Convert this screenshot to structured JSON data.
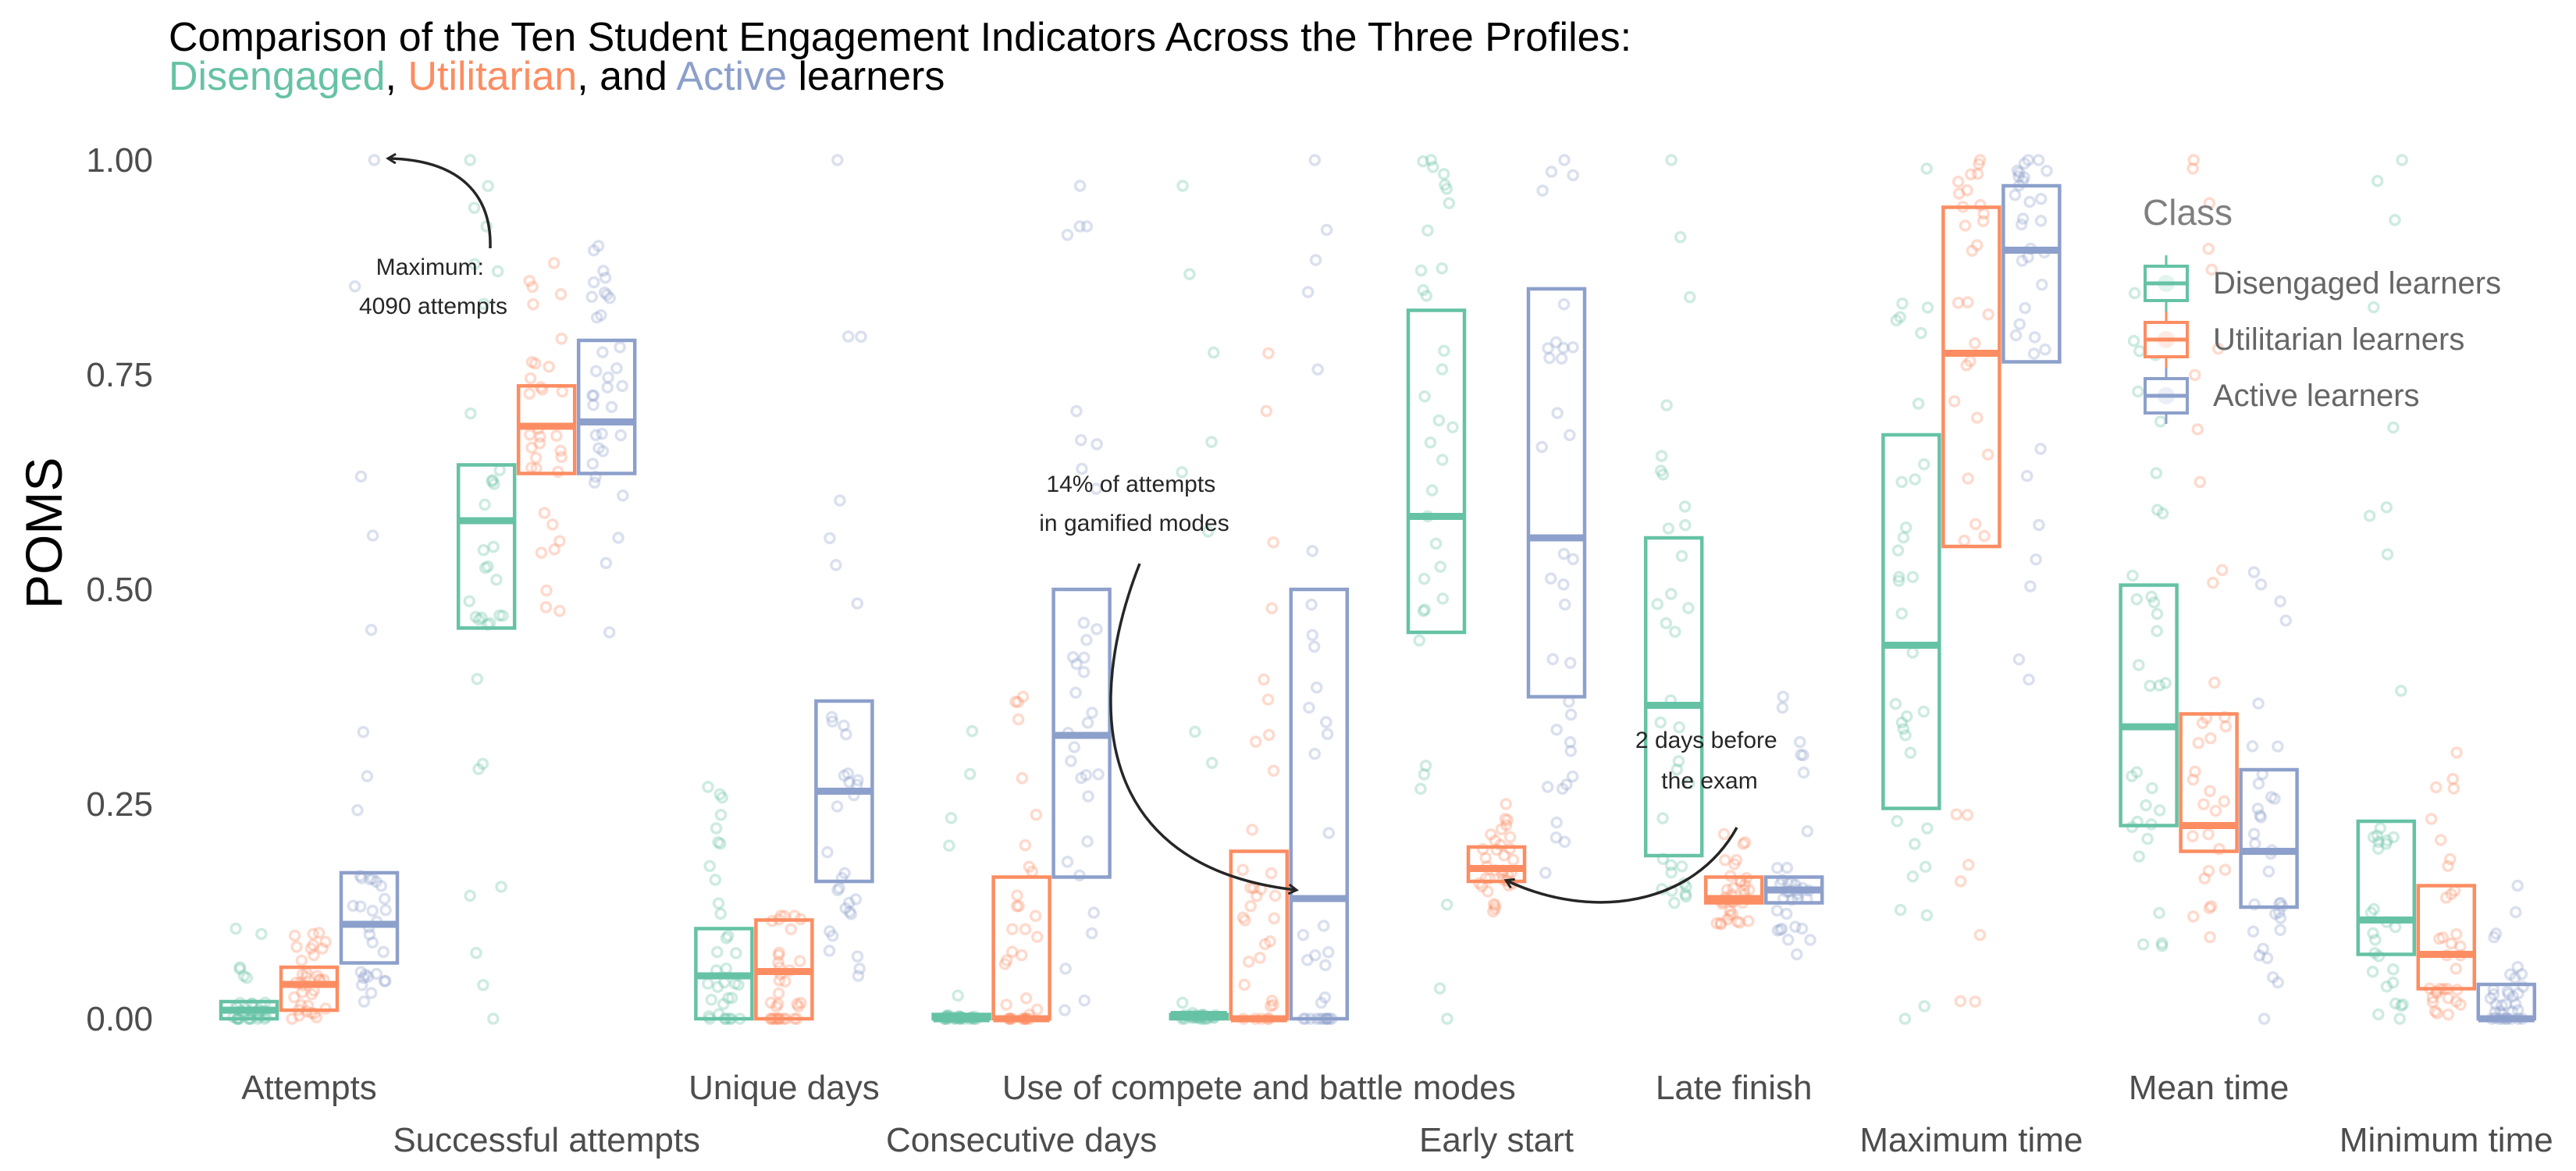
{
  "title": {
    "line1": "Comparison of the Ten Student Engagement Indicators Across the Three Profiles:",
    "line2_parts": [
      {
        "text": "Disengaged",
        "color": "#66C2A5"
      },
      {
        "text": ", ",
        "color": "#000000"
      },
      {
        "text": "Utilitarian",
        "color": "#FC8D62"
      },
      {
        "text": ", and ",
        "color": "#000000"
      },
      {
        "text": "Active",
        "color": "#8DA0CB"
      },
      {
        "text": " learners",
        "color": "#000000"
      }
    ]
  },
  "legend": {
    "title": "Class",
    "items": [
      {
        "label": "Disengaged learners",
        "color": "#66C2A5"
      },
      {
        "label": "Utilitarian learners",
        "color": "#FC8D62"
      },
      {
        "label": "Active learners",
        "color": "#8DA0CB"
      }
    ]
  },
  "annotations": [
    {
      "text_lines": [
        "Maximum:",
        "4090 attempts"
      ],
      "target": "Attempts / Active outlier at 1.00"
    },
    {
      "text_lines": [
        "14% of attempts",
        "in gamified modes"
      ],
      "target": "Use of compete and battle modes / Active median"
    },
    {
      "text_lines": [
        "2 days before",
        "the exam"
      ],
      "target": "Early start / Utilitarian median"
    }
  ],
  "chart_data": {
    "type": "boxplot",
    "title": "Comparison of the Ten Student Engagement Indicators Across the Three Profiles: Disengaged, Utilitarian, and Active learners",
    "xlabel": "",
    "ylabel": "POMS",
    "ylim": [
      0,
      1
    ],
    "yticks": [
      "0.00",
      "0.25",
      "0.50",
      "0.75",
      "1.00"
    ],
    "grid": false,
    "legend_position": "right-top (inside)",
    "categories": [
      "Attempts",
      "Successful attempts",
      "Unique days",
      "Consecutive days",
      "Use of compete and battle modes",
      "Early start",
      "Late finish",
      "Maximum time",
      "Mean time",
      "Minimum time"
    ],
    "series": [
      {
        "name": "Disengaged learners",
        "color": "#66C2A5",
        "q1": [
          0.0,
          0.455,
          0.0,
          0.0,
          0.0,
          0.45,
          0.19,
          0.245,
          0.225,
          0.075
        ],
        "median": [
          0.01,
          0.58,
          0.05,
          0.0,
          0.005,
          0.585,
          0.365,
          0.435,
          0.34,
          0.115
        ],
        "q3": [
          0.02,
          0.645,
          0.105,
          0.005,
          0.005,
          0.825,
          0.56,
          0.68,
          0.505,
          0.23
        ],
        "min": [
          0.0,
          0.0,
          0.0,
          0.0,
          0.0,
          0.0,
          0.135,
          0.0,
          0.085,
          0.0
        ],
        "max": [
          0.105,
          1.0,
          0.27,
          0.335,
          0.97,
          1.0,
          1.0,
          0.99,
          0.86,
          1.0
        ]
      },
      {
        "name": "Utilitarian learners",
        "color": "#FC8D62",
        "q1": [
          0.01,
          0.635,
          0.0,
          0.0,
          0.0,
          0.16,
          0.135,
          0.55,
          0.195,
          0.035
        ],
        "median": [
          0.04,
          0.69,
          0.055,
          0.0,
          0.0,
          0.175,
          0.14,
          0.775,
          0.225,
          0.075
        ],
        "q3": [
          0.06,
          0.737,
          0.115,
          0.165,
          0.195,
          0.2,
          0.165,
          0.945,
          0.355,
          0.155
        ],
        "min": [
          0.0,
          0.475,
          0.0,
          0.0,
          0.0,
          0.125,
          0.11,
          0.02,
          0.095,
          0.005
        ],
        "max": [
          0.1,
          0.88,
          0.12,
          0.375,
          0.775,
          0.25,
          0.215,
          1.0,
          1.0,
          0.31
        ]
      },
      {
        "name": "Active learners",
        "color": "#8DA0CB",
        "q1": [
          0.065,
          0.635,
          0.16,
          0.165,
          0.0,
          0.375,
          0.135,
          0.765,
          0.13,
          0.0
        ],
        "median": [
          0.11,
          0.695,
          0.265,
          0.33,
          0.14,
          0.56,
          0.15,
          0.895,
          0.195,
          0.0
        ],
        "q3": [
          0.17,
          0.79,
          0.37,
          0.5,
          0.5,
          0.85,
          0.165,
          0.97,
          0.29,
          0.04
        ],
        "min": [
          0.02,
          0.45,
          0.05,
          0.01,
          0.0,
          0.17,
          0.075,
          0.395,
          0.0,
          0.0
        ],
        "max": [
          1.0,
          0.9,
          1.0,
          0.97,
          1.0,
          1.0,
          0.375,
          1.0,
          0.52,
          0.155
        ]
      }
    ],
    "annotations": [
      {
        "text": "Maximum: 4090 attempts",
        "points_to": {
          "category": "Attempts",
          "series": "Active learners",
          "value": 1.0
        }
      },
      {
        "text": "14% of attempts in gamified modes",
        "points_to": {
          "category": "Use of compete and battle modes",
          "series": "Active learners",
          "value": 0.14
        }
      },
      {
        "text": "2 days before the exam",
        "points_to": {
          "category": "Early start",
          "series": "Utilitarian learners",
          "value": 0.175
        }
      }
    ]
  }
}
